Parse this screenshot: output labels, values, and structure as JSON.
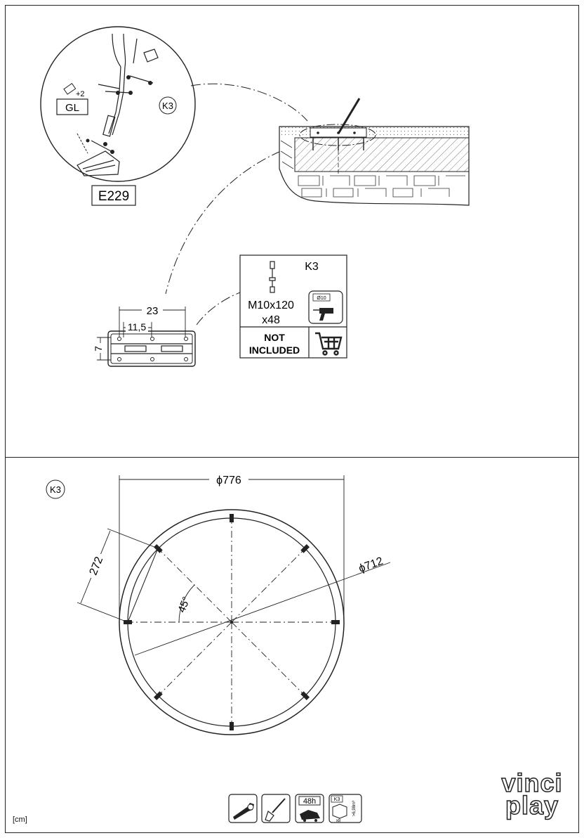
{
  "top": {
    "detail_code": "E229",
    "detail_label": "K3",
    "detail_qty": "+2",
    "detail_box": "GL",
    "plate_dim_width": "23",
    "plate_dim_offset": "11,5",
    "plate_dim_height": "7",
    "part_box": {
      "label": "K3",
      "bolt_spec": "M10x120",
      "bolt_qty": "x48",
      "drill_size": "Ø10",
      "note_line1": "NOT",
      "note_line2": "INCLUDED"
    }
  },
  "bottom": {
    "label": "K3",
    "outer_diameter": "ϕ776",
    "inner_diameter": "ϕ712",
    "chord_length": "272",
    "angle": "45°",
    "anchor_count": 8
  },
  "footer": {
    "unit": "[cm]",
    "time_badge": "48h",
    "kit_badge": "K3",
    "kit_qty": "x8",
    "volume": ">6,98m³",
    "brand_line1": "vinci",
    "brand_line2": "play"
  },
  "colors": {
    "line": "#222222",
    "fill_light": "#f2f2f2",
    "hatch": "#555555"
  }
}
